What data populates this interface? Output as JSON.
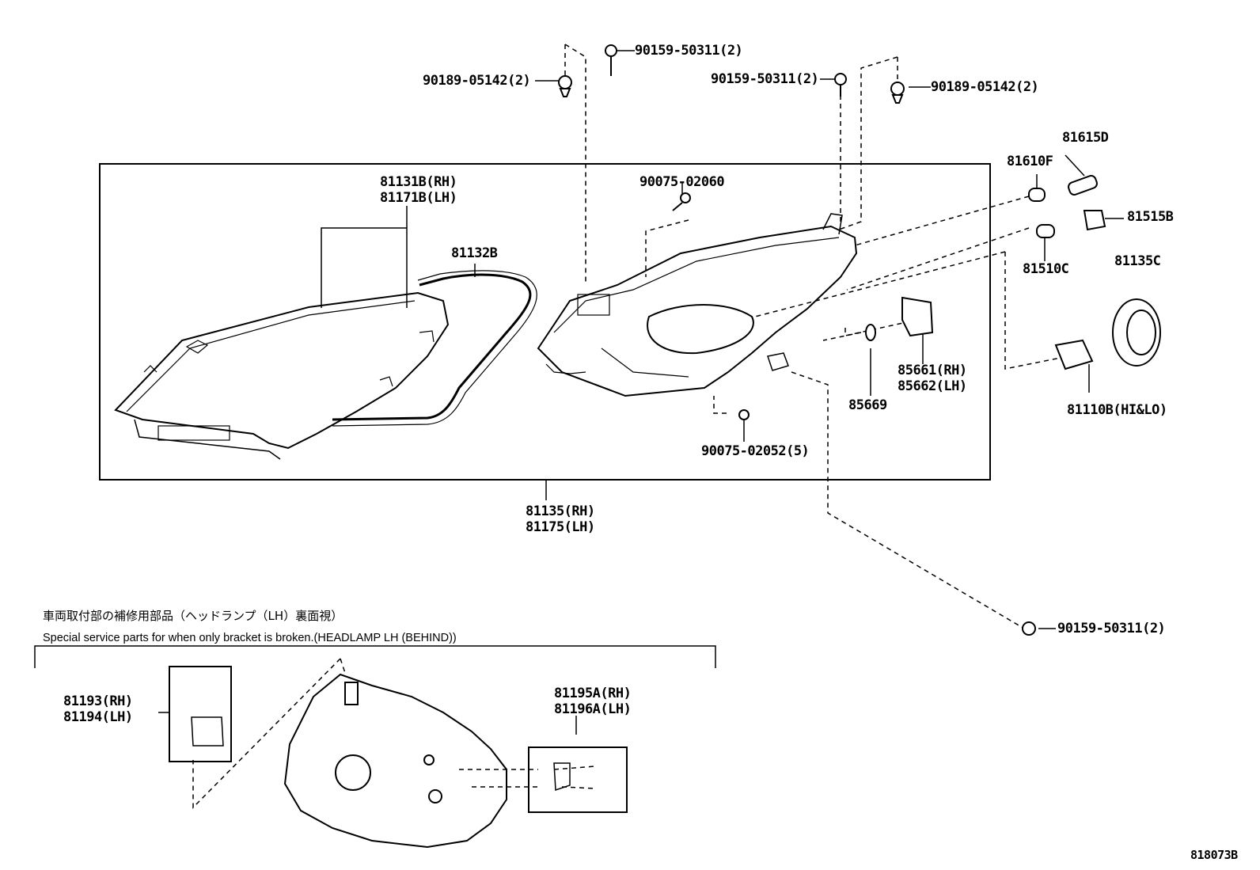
{
  "parts": {
    "screw_top_a": "90159-50311(2)",
    "clip_left": "90189-05142(2)",
    "screw_top_b": "90159-50311(2)",
    "clip_right": "90189-05142(2)",
    "bulb_81615d": "81615D",
    "bulb_81610f": "81610F",
    "socket_81515b": "81515B",
    "bulb_81510c": "81510C",
    "cover_81135c": "81135C",
    "lens_rh": "81131B(RH)",
    "lens_lh": "81171B(LH)",
    "gasket": "81132B",
    "screw_90075_02060": "90075-02060",
    "actuator_rh": "85661(RH)",
    "actuator_lh": "85662(LH)",
    "ring_85669": "85669",
    "bulb_hi_lo_code": "81110B",
    "bulb_hi_lo_suffix": "(HI&LO)",
    "screw_90075_02052": "90075-02052(5)",
    "headlamp_rh": "81135(RH)",
    "headlamp_lh": "81175(LH)",
    "screw_bottom": "90159-50311(2)",
    "bracket_rh": "81193(RH)",
    "bracket_lh": "81194(LH)",
    "bracket2_rh": "81195A(RH)",
    "bracket2_lh": "81196A(LH)"
  },
  "notes": {
    "jp": "車両取付部の補修用部品（ヘッドランプ（LH）裏面視）",
    "en": "Special service parts for when only bracket is broken.(HEADLAMP LH (BEHIND))"
  },
  "diagram_id": "818073B"
}
